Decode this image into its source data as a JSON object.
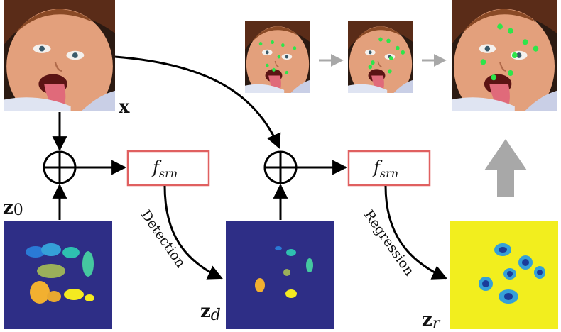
{
  "labels": {
    "x": "x",
    "z0_base": "z",
    "z0_sub": "0",
    "zd_base": "z",
    "zd_sub": "d",
    "zr_base": "z",
    "zr_sub": "r",
    "module_base": "f",
    "module_sub": "srn",
    "detection": "Detection",
    "regression": "Regression",
    "oplus": "+"
  },
  "colors": {
    "module_border": "#e06060",
    "heatmap_bg": "#2e2e86",
    "regression_bg": "#f2ee1e",
    "gray_arrow": "#a8a8a8",
    "landmark": "#2ee54a"
  },
  "icons": {
    "add": "circled-plus-icon",
    "up": "up-arrow-icon"
  }
}
